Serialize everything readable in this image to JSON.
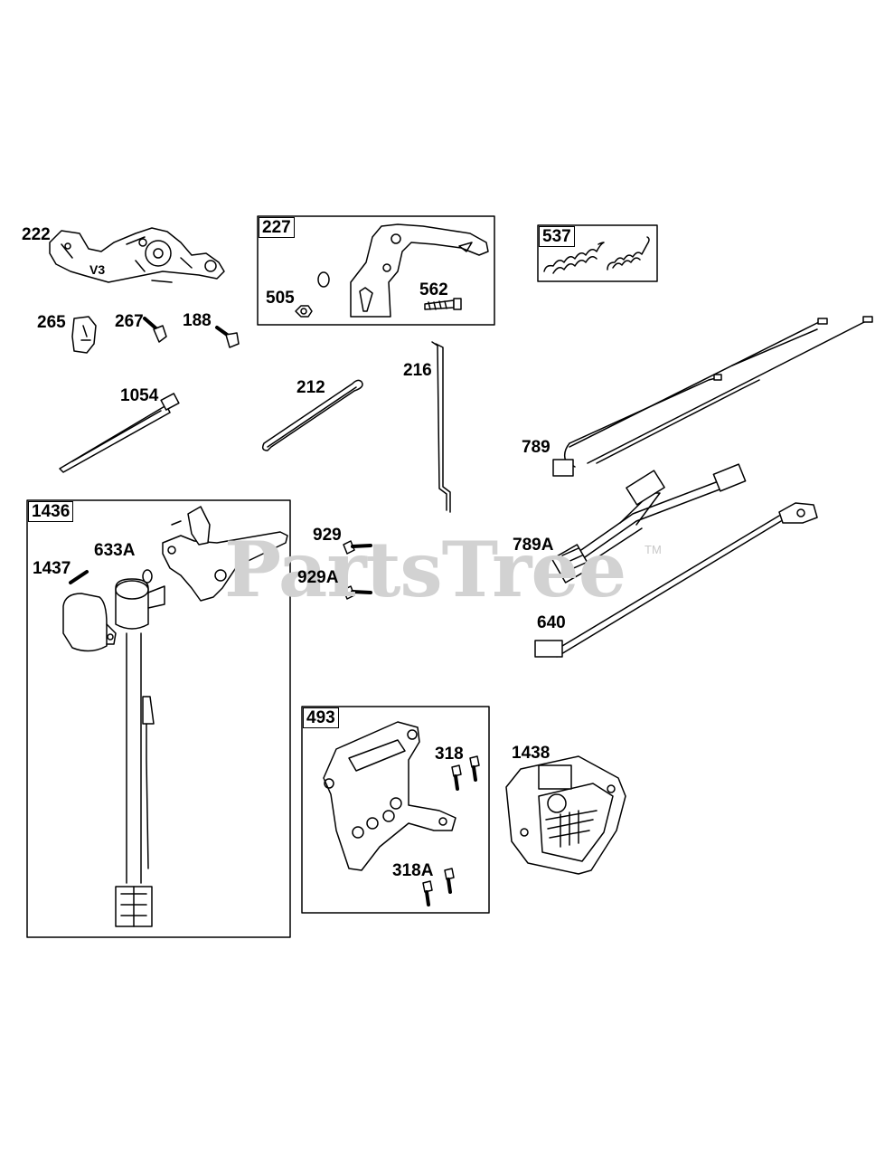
{
  "watermark": {
    "text": "PartsTree",
    "tm": "TM"
  },
  "groups": {
    "g227": "227",
    "g537": "537",
    "g1436": "1436",
    "g493": "493"
  },
  "parts": {
    "p222": "222",
    "p505": "505",
    "p562": "562",
    "p265": "265",
    "p267": "267",
    "p188": "188",
    "p1054": "1054",
    "p212": "212",
    "p216": "216",
    "p789": "789",
    "p1437": "1437",
    "p633a": "633A",
    "p929": "929",
    "p929a": "929A",
    "p789a": "789A",
    "p640": "640",
    "p318": "318",
    "p1438": "1438",
    "p318a": "318A"
  },
  "stamps": {
    "v3": "V3"
  }
}
